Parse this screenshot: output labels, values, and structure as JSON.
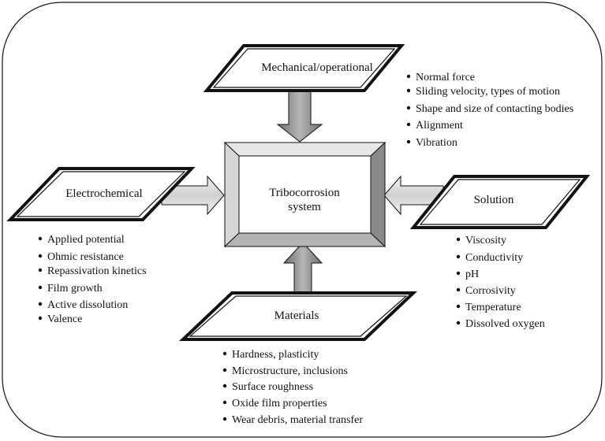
{
  "center": {
    "label_line1": "Tribocorrosion",
    "label_line2": "system"
  },
  "mechanical": {
    "label": "Mechanical/operational",
    "items": [
      "Normal force",
      "Sliding velocity, types of motion",
      "Shape and size of contacting bodies",
      "Alignment",
      "Vibration"
    ]
  },
  "electrochemical": {
    "label": "Electrochemical",
    "items": [
      "Applied potential",
      "Ohmic resistance",
      "Repassivation kinetics",
      "Film growth",
      "Active dissolution",
      "Valence"
    ]
  },
  "solution": {
    "label": "Solution",
    "items": [
      "Viscosity",
      "Conductivity",
      "pH",
      "Corrosivity",
      "Temperature",
      "Dissolved oxygen"
    ]
  },
  "materials": {
    "label": "Materials",
    "items": [
      "Hardness, plasticity",
      "Microstructure, inclusions",
      "Surface roughness",
      "Oxide film properties",
      "Wear debris, material transfer"
    ]
  },
  "colors": {
    "line": "#111111",
    "arrow_fill": "#8c8c8c",
    "bevel_light": "#e6e6e6",
    "bevel_mid": "#bdbdbd",
    "bevel_dark": "#8a8a8a",
    "face": "#ffffff"
  }
}
